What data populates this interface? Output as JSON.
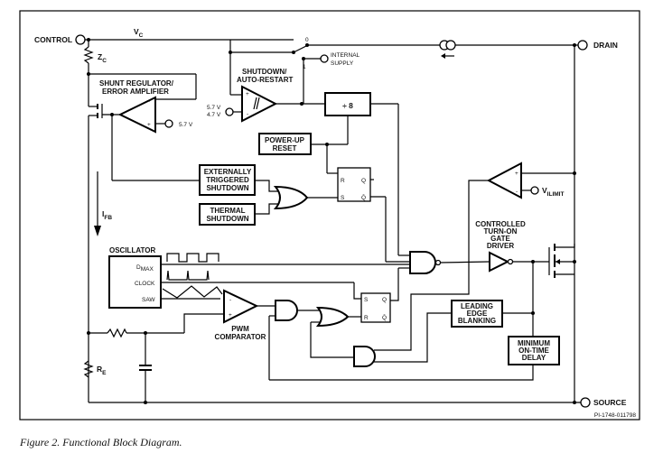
{
  "figure": {
    "caption": "Figure 2.  Functional Block Diagram.",
    "part_number": "PI-1748-011798"
  },
  "pins": {
    "control": "CONTROL",
    "drain": "DRAIN",
    "source": "SOURCE",
    "internal_supply": "INTERNAL",
    "internal_supply_2": "SUPPLY"
  },
  "nets": {
    "vc": "V",
    "vc_sub": "C",
    "zc": "Z",
    "zc_sub": "C",
    "ifb": "I",
    "ifb_sub": "FB",
    "re": "R",
    "re_sub": "E",
    "vilimit": "V",
    "vilimit_sub": "ILIMIT",
    "switch_0": "0",
    "switch_1": "1"
  },
  "blocks": {
    "shunt_regulator": [
      "SHUNT REGULATOR/",
      "ERROR AMPLIFIER"
    ],
    "shunt_ref": "5.7 V",
    "shutdown": [
      "SHUTDOWN/",
      "AUTO-RESTART"
    ],
    "shutdown_ref": [
      "5.7 V",
      "4.7 V"
    ],
    "divider": "÷ 8",
    "power_up_reset": [
      "POWER-UP",
      "RESET"
    ],
    "ext_shutdown": [
      "EXTERNALLY",
      "TRIGGERED",
      "SHUTDOWN"
    ],
    "thermal_shutdown": [
      "THERMAL",
      "SHUTDOWN"
    ],
    "gate_driver": [
      "CONTROLLED",
      "TURN-ON",
      "GATE",
      "DRIVER"
    ],
    "oscillator": "OSCILLATOR",
    "osc_outputs": [
      "D",
      "MAX",
      "CLOCK",
      "SAW"
    ],
    "pwm_comparator": [
      "PWM",
      "COMPARATOR"
    ],
    "leading_edge": [
      "LEADING",
      "EDGE",
      "BLANKING"
    ],
    "min_on_time": [
      "MINIMUM",
      "ON-TIME",
      "DELAY"
    ],
    "latch_pins": [
      "R",
      "S",
      "Q",
      "Q̄"
    ],
    "latch2_pins": [
      "S",
      "R",
      "Q",
      "Q̄"
    ],
    "opamp_signs": [
      "+",
      "-"
    ]
  }
}
